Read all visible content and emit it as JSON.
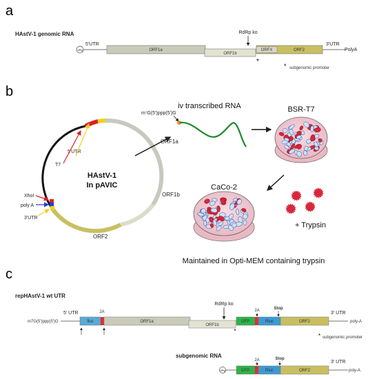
{
  "panel_a": {
    "letter": "a",
    "title": "HAstV-1 genomic RNA",
    "vpg": "VPg",
    "utr5": "5'UTR",
    "utr3": "3'UTR",
    "polya": "PolyA",
    "orf1a": "ORF1a",
    "orf1b": "ORF1b",
    "orfx": "ORFX",
    "orf2": "ORF2",
    "rdrp_ko": "RdRp ko",
    "asterisk": "*",
    "subgenomic_note": "subgenomic promoter"
  },
  "panel_b": {
    "letter": "b",
    "plasmid_name_1": "HAstV-1",
    "plasmid_name_2": "In pAVIC",
    "utr5": "5'UTR",
    "t7": "T7",
    "xhoi": "XhoI",
    "polya": "poly A",
    "utr3": "3'UTR",
    "orf1a": "ORF1a",
    "orf1b": "ORF1b",
    "orf2": "ORF2",
    "cap": "m⁷G(5')ppp(5')G",
    "iv_rna": "iv transcribed RNA",
    "bsr": "BSR-T7",
    "caco": "CaCo-2",
    "trypsin": "+ Trypsin",
    "maintained": "Maintained in Opti-MEM containing trypsin"
  },
  "panel_c": {
    "letter": "c",
    "title": "repHAstV-1 wt UTR",
    "cap": "m7G(5')ppp(5')G",
    "utr5": "5' UTR",
    "utr3": "3' UTR",
    "polya": "poly-A",
    "fluc": "fluc",
    "two_a": "2A",
    "orf1a": "ORF1a",
    "orf1b": "ORF1b",
    "gfp": "GFP",
    "rluc": "Rluc",
    "orf2": "ORF2",
    "stop": "Stop",
    "rdrp_ko": "RdRp ko",
    "asterisk": "*",
    "subgenomic_note": "subgenomic promoter",
    "sub_title": "subgenomic RNA",
    "vpg": "VPg"
  },
  "colors": {
    "orf1a": "#c9cbb8",
    "orf1b": "#e3e3d2",
    "orf2": "#c8bf62",
    "gfp": "#2db34a",
    "fluc": "#5aa9d6",
    "rluc": "#3d9ad1",
    "twoa": "#e03030",
    "rna_line": "#1a8a2a",
    "red_cell": "#d8263a"
  }
}
